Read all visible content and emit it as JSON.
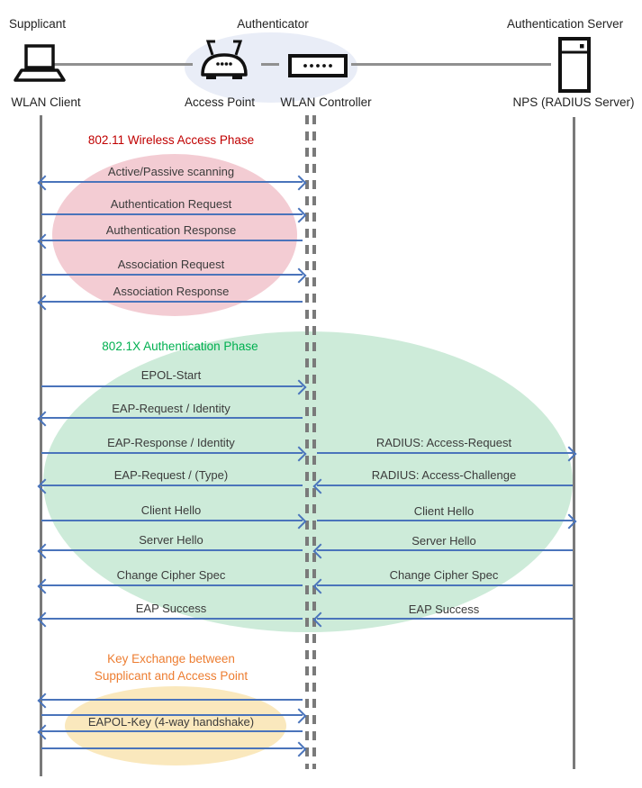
{
  "header": {
    "roles": {
      "supplicant": "Supplicant",
      "authenticator": "Authenticator",
      "authentication_server": "Authentication Server"
    },
    "actors": {
      "wlan_client": "WLAN Client",
      "access_point": "Access Point",
      "wlan_controller": "WLAN Controller",
      "nps": "NPS (RADIUS Server)"
    }
  },
  "phases": {
    "wireless_access": {
      "title": "802.11 Wireless Access Phase",
      "color": "#C00000"
    },
    "authentication": {
      "title": "802.1X Authentication Phase",
      "color": "#00B050"
    },
    "key_exchange": {
      "title_line1": "Key Exchange between",
      "title_line2": "Supplicant and Access Point",
      "color": "#ED7D31"
    }
  },
  "messages_left": [
    {
      "label": "Active/Passive scanning",
      "direction": "both"
    },
    {
      "label": "Authentication Request",
      "direction": "right"
    },
    {
      "label": "Authentication Response",
      "direction": "left"
    },
    {
      "label": "Association Request",
      "direction": "right"
    },
    {
      "label": "Association Response",
      "direction": "left"
    },
    {
      "label": "EPOL-Start",
      "direction": "right"
    },
    {
      "label": "EAP-Request / Identity",
      "direction": "left"
    },
    {
      "label": "EAP-Response / Identity",
      "direction": "right"
    },
    {
      "label": "EAP-Request / (Type)",
      "direction": "left"
    },
    {
      "label": "Client Hello",
      "direction": "right"
    },
    {
      "label": "Server Hello",
      "direction": "left"
    },
    {
      "label": "Change Cipher Spec",
      "direction": "left"
    },
    {
      "label": "EAP Success",
      "direction": "left"
    },
    {
      "label": "",
      "direction": "left"
    },
    {
      "label": "",
      "direction": "right"
    },
    {
      "label": "EAPOL-Key (4-way handshake)",
      "direction": "left"
    },
    {
      "label": "",
      "direction": "right"
    }
  ],
  "messages_right": [
    {
      "label": "RADIUS: Access-Request",
      "direction": "right"
    },
    {
      "label": "RADIUS: Access-Challenge",
      "direction": "left"
    },
    {
      "label": "Client Hello",
      "direction": "right"
    },
    {
      "label": "Server Hello",
      "direction": "left"
    },
    {
      "label": "Change Cipher Spec",
      "direction": "left"
    },
    {
      "label": "EAP Success",
      "direction": "left"
    }
  ],
  "colors": {
    "arrow": "#4A74BB",
    "lifeline": "#7A7A7A",
    "phase_red_fill": "#F3CCD3",
    "phase_green_fill": "#CDEBD9",
    "phase_yellow_fill": "#FAE8BD",
    "authenticator_fill": "#E9EDF7"
  }
}
